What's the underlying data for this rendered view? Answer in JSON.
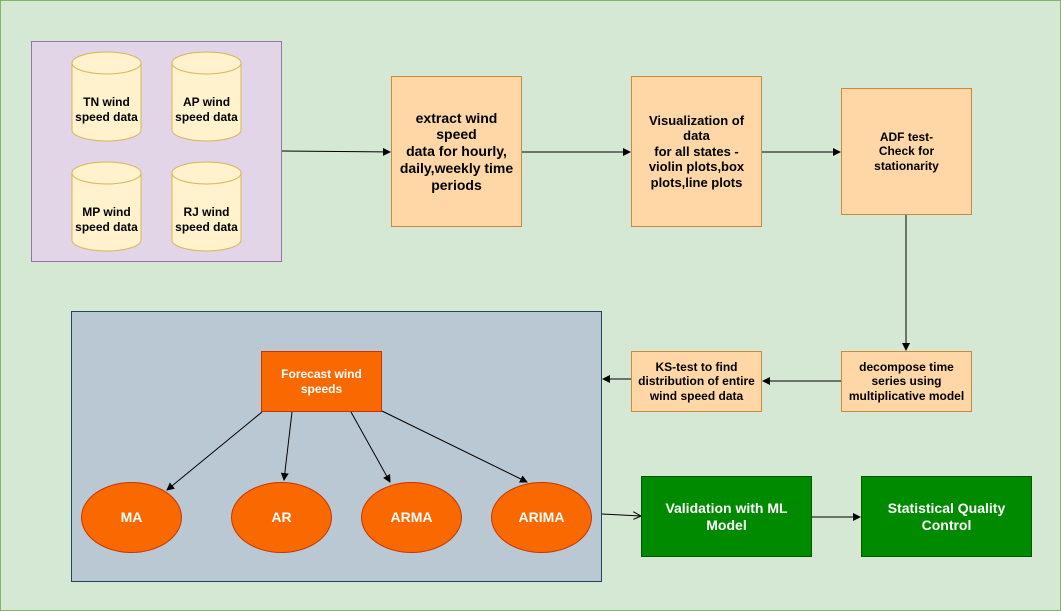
{
  "data_sources": [
    {
      "label": "TN wind\nspeed data"
    },
    {
      "label": "AP wind\nspeed data"
    },
    {
      "label": "MP wind\nspeed data"
    },
    {
      "label": "RJ wind\nspeed data"
    }
  ],
  "steps": {
    "extract": "extract wind\nspeed\ndata for hourly,\ndaily,weekly time\nperiods",
    "visualize": "Visualization of\ndata\nfor all states -\nviolin plots,box\nplots,line plots",
    "adf": "ADF test-\nCheck for\nstationarity",
    "decompose": "decompose time\nseries using\nmultiplicative model",
    "ks_test": "KS-test to find\ndistribution of entire\nwind speed data",
    "forecast": "Forecast wind\nspeeds",
    "validation": "Validation with ML\nModel",
    "quality": "Statistical Quality\nControl"
  },
  "models": [
    {
      "label": "MA"
    },
    {
      "label": "AR"
    },
    {
      "label": "ARMA"
    },
    {
      "label": "ARIMA"
    }
  ],
  "colors": {
    "background": "#d5e8d4",
    "data_group": "#e1d5e7",
    "model_group": "#bac8d3",
    "process": "#ffd7a6",
    "forecast": "#fa6800",
    "validation": "#008a00",
    "cylinder": "#fff2cc"
  }
}
